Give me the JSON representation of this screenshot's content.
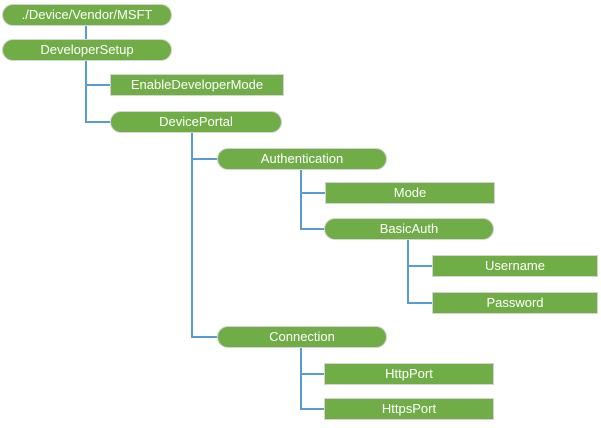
{
  "colors": {
    "node_fill": "#70AD47",
    "node_text": "#FFFFFF",
    "node_border": "#D4D4D4",
    "connector": "#5B9BD5"
  },
  "tree": {
    "label": "./Device/Vendor/MSFT",
    "shape": "rounded",
    "children": [
      {
        "label": "DeveloperSetup",
        "shape": "rounded",
        "children": [
          {
            "label": "EnableDeveloperMode",
            "shape": "rect",
            "children": []
          },
          {
            "label": "DevicePortal",
            "shape": "rounded",
            "children": [
              {
                "label": "Authentication",
                "shape": "rounded",
                "children": [
                  {
                    "label": "Mode",
                    "shape": "rect",
                    "children": []
                  },
                  {
                    "label": "BasicAuth",
                    "shape": "rounded",
                    "children": [
                      {
                        "label": "Username",
                        "shape": "rect",
                        "children": []
                      },
                      {
                        "label": "Password",
                        "shape": "rect",
                        "children": []
                      }
                    ]
                  }
                ]
              },
              {
                "label": "Connection",
                "shape": "rounded",
                "children": [
                  {
                    "label": "HttpPort",
                    "shape": "rect",
                    "children": []
                  },
                  {
                    "label": "HttpsPort",
                    "shape": "rect",
                    "children": []
                  }
                ]
              }
            ]
          }
        ]
      }
    ]
  }
}
